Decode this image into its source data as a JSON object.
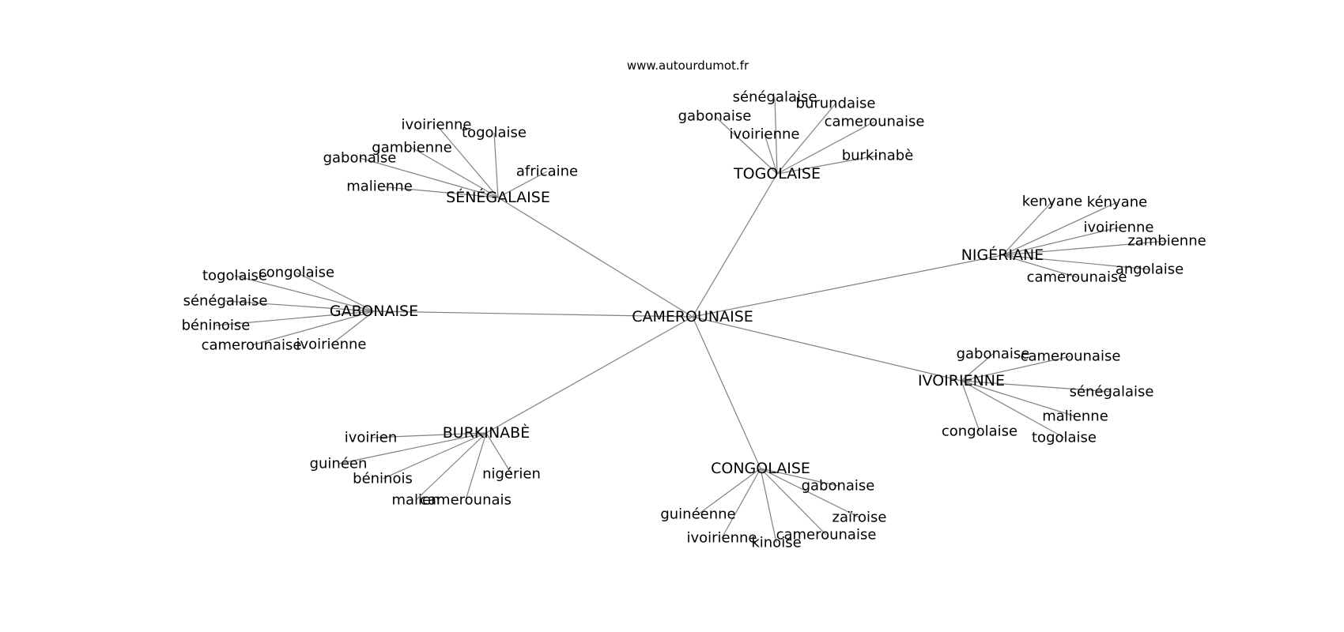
{
  "source": "www.autourdumot.fr",
  "graph": {
    "center": "CAMEROUNAISE",
    "hubs": [
      {
        "id": "senegalaise",
        "label": "SÉNÉGALAISE",
        "leaves": [
          "ivoirienne",
          "togolaise",
          "gambienne",
          "gabonaise",
          "africaine",
          "malienne"
        ]
      },
      {
        "id": "togolaise",
        "label": "TOGOLAISE",
        "leaves": [
          "sénégalaise",
          "burundaise",
          "gabonaise",
          "camerounaise",
          "ivoirienne",
          "burkinabè"
        ]
      },
      {
        "id": "nigeriane",
        "label": "NIGÉRIANE",
        "leaves": [
          "kenyane",
          "kényane",
          "ivoirienne",
          "zambienne",
          "angolaise",
          "camerounaise"
        ]
      },
      {
        "id": "ivoirienne",
        "label": "IVOIRIENNE",
        "leaves": [
          "gabonaise",
          "camerounaise",
          "sénégalaise",
          "malienne",
          "congolaise",
          "togolaise"
        ]
      },
      {
        "id": "congolaise",
        "label": "CONGOLAISE",
        "leaves": [
          "gabonaise",
          "zaïroise",
          "guinéenne",
          "camerounaise",
          "ivoirienne",
          "kinoise"
        ]
      },
      {
        "id": "burkinabe",
        "label": "BURKINABÈ",
        "leaves": [
          "ivoirien",
          "guinéen",
          "nigérien",
          "béninois",
          "malien",
          "camerounais"
        ]
      },
      {
        "id": "gabonaise",
        "label": "GABONAISE",
        "leaves": [
          "togolaise",
          "congolaise",
          "sénégalaise",
          "béninoise",
          "camerounaise",
          "ivoirienne"
        ]
      }
    ]
  }
}
